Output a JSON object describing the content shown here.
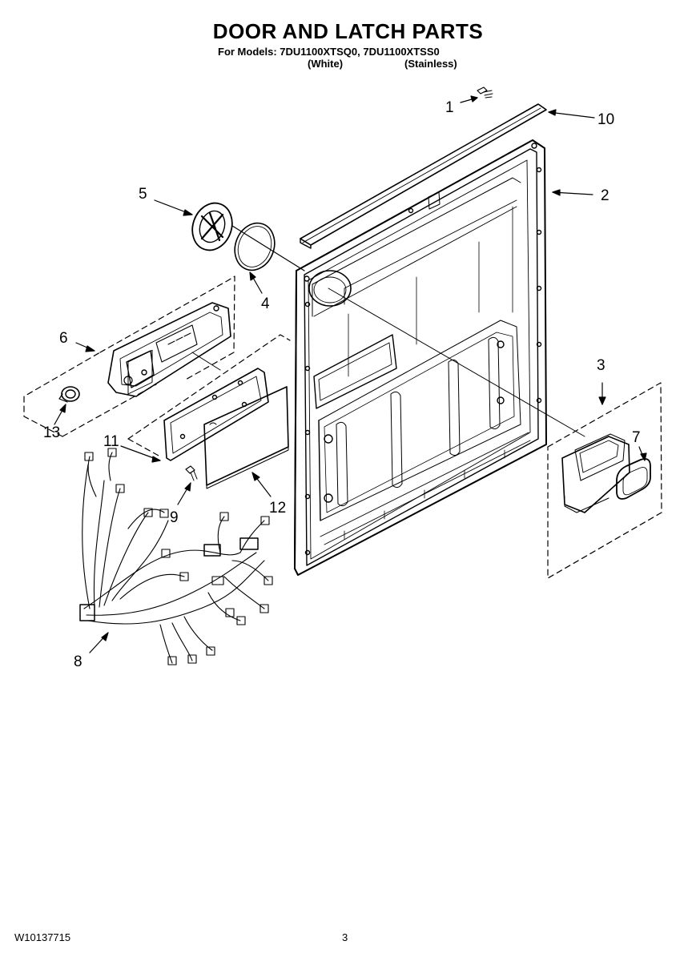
{
  "header": {
    "title": "DOOR AND LATCH PARTS",
    "models_line": "For Models: 7DU1100XTSQ0, 7DU1100XTSS0",
    "variant_white": "(White)",
    "variant_stainless": "(Stainless)"
  },
  "callouts": [
    "1",
    "2",
    "3",
    "4",
    "5",
    "6",
    "7",
    "8",
    "9",
    "10",
    "11",
    "12",
    "13"
  ],
  "footer": {
    "doc_code": "W10137715",
    "page_number": "3"
  },
  "colors": {
    "line": "#000000",
    "background": "#ffffff"
  }
}
